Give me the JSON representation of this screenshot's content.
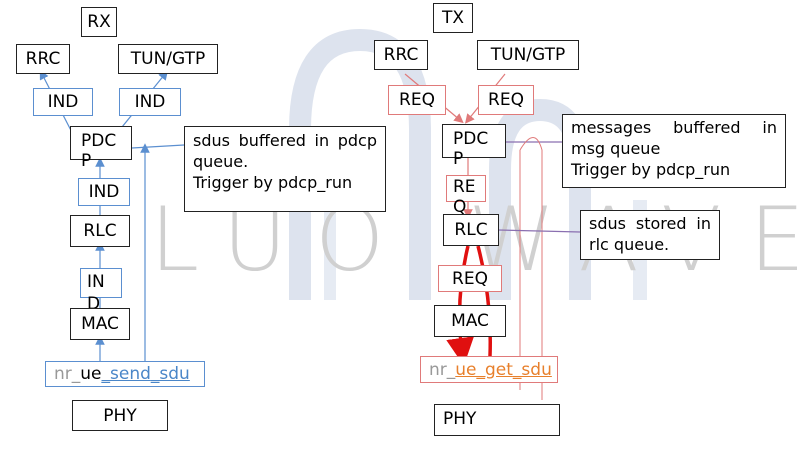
{
  "watermark": {
    "text": "LUO WAVE"
  },
  "rx": {
    "title": "RX",
    "rrc": "RRC",
    "tun_gtp": "TUN/GTP",
    "ind_left": "IND",
    "ind_right": "IND",
    "pdcp": "PDC\nP",
    "ind_pdcp_rlc": "IND",
    "rlc": "RLC",
    "ind_rlc_mac": "IN\nD",
    "mac": "MAC",
    "send_sdu": {
      "part1": "nr_",
      "part2": "ue",
      "part3": "_send",
      "part4": "_sdu"
    },
    "phy": "PHY",
    "note": "sdus buffered in pdcp queue.\nTrigger by pdcp_run"
  },
  "tx": {
    "title": "TX",
    "rrc": "RRC",
    "tun_gtp": "TUN/GTP",
    "req_left": "REQ",
    "req_right": "REQ",
    "pdcp": "PDC\nP",
    "req_pdcp_rlc": "RE\nQ",
    "rlc": "RLC",
    "req_rlc_mac": "REQ",
    "mac": "MAC",
    "get_sdu": {
      "part1": "nr_",
      "part2": "ue",
      "part3": "_get",
      "part4": "_sdu"
    },
    "phy": "PHY",
    "note_pdcp": "messages buffered in msg queue\nTrigger by pdcp_run",
    "note_rlc": "sdus stored in rlc queue."
  },
  "colors": {
    "blue": "#5b8fd0",
    "red": "#e07a7a",
    "deep_red": "#e01010",
    "orange": "#e8802c",
    "watermark": "#d8dde8"
  }
}
